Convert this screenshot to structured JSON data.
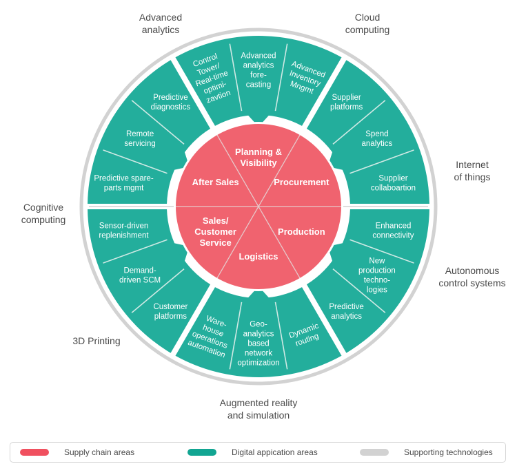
{
  "colors": {
    "supply_chain": "#f0636f",
    "digital": "#23ae9c",
    "supporting": "#d2d2d2",
    "text_dark": "#4a4a4a",
    "text_light": "#ffffff"
  },
  "supply_chain_areas": [
    {
      "id": "planning",
      "label": [
        "Planning &",
        "Visibility"
      ]
    },
    {
      "id": "procurement",
      "label": [
        "Procurement"
      ]
    },
    {
      "id": "production",
      "label": [
        "Production"
      ]
    },
    {
      "id": "logistics",
      "label": [
        "Logistics"
      ]
    },
    {
      "id": "sales",
      "label": [
        "Sales/",
        "Customer",
        "Service"
      ]
    },
    {
      "id": "after_sales",
      "label": [
        "After Sales"
      ]
    }
  ],
  "digital_applications": {
    "planning": [
      [
        "Control",
        "Tower/",
        "Real-time",
        "optimi-",
        "zavtion"
      ],
      [
        "Advanced",
        "analytics",
        "fore-",
        "casting"
      ],
      [
        "Advanced",
        "Inventory",
        "Mngmt"
      ]
    ],
    "procurement": [
      [
        "Supplier",
        "platforms"
      ],
      [
        "Spend",
        "analytics"
      ],
      [
        "Supplier",
        "collaboartion"
      ]
    ],
    "production": [
      [
        "Enhanced",
        "connectivity"
      ],
      [
        "New",
        "production",
        "techno-",
        "logies"
      ],
      [
        "Predictive",
        "analytics"
      ]
    ],
    "logistics": [
      [
        "Ware-",
        "house",
        "operations",
        "automation"
      ],
      [
        "Geo-",
        "analytics",
        "based",
        "network",
        "optimization"
      ],
      [
        "Dynamic",
        "routing"
      ]
    ],
    "sales": [
      [
        "Sensor-driven",
        "replenishment"
      ],
      [
        "Demand-",
        "driven SCM"
      ],
      [
        "Customer",
        "platforms"
      ]
    ],
    "after_sales": [
      [
        "Predictive",
        "diagnostics"
      ],
      [
        "Remote",
        "servicing"
      ],
      [
        "Predictive spare-",
        "parts mgmt"
      ]
    ]
  },
  "supporting_technologies": {
    "advanced_analytics": "Advanced\nanalytics",
    "cloud_computing": "Cloud\ncomputing",
    "internet_of_things": "Internet\nof things",
    "autonomous_control": "Autonomous\ncontrol systems",
    "augmented_reality": "Augmented reality\nand simulation",
    "printing_3d": "3D Printing",
    "cognitive_computing": "Cognitive\ncomputing"
  },
  "legend": {
    "supply_chain": "Supply chain areas",
    "digital": "Digital appication areas",
    "supporting": "Supporting technologies"
  }
}
